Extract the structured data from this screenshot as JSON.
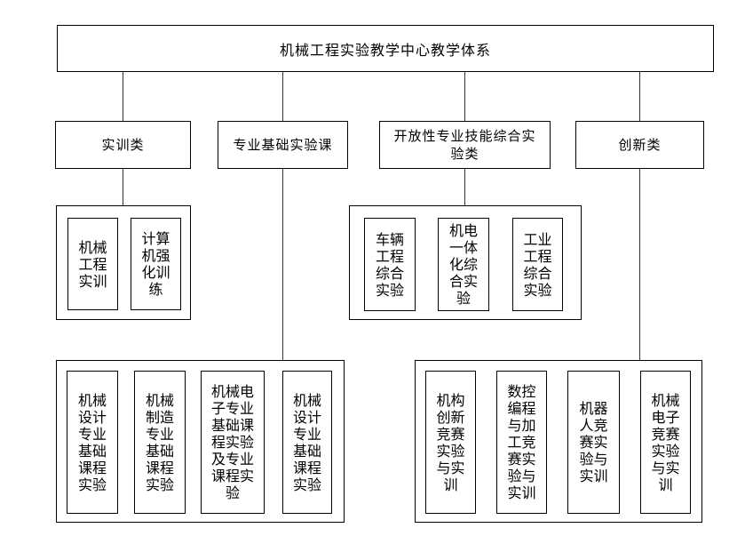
{
  "diagram": {
    "root": "机械工程实验教学中心教学体系",
    "branches": [
      {
        "label": "实训类",
        "children": [
          "机械工程实训",
          "计算机强化训练"
        ]
      },
      {
        "label": "专业基础实验课",
        "children": [
          "机械设计专业基础课程实验",
          "机械制造专业基础课程实验",
          "机械电子专业基础课程实验及专业课程实验",
          "机械设计专业基础课程实验"
        ]
      },
      {
        "label": "开放性专业技能综合实验类",
        "children": [
          "车辆工程综合实验",
          "机电一体化综合实验",
          "工业工程综合实验"
        ]
      },
      {
        "label": "创新类",
        "children": [
          "机构创新竞赛实验与实训",
          "数控编程与加工竞赛实验与实训",
          "机器人竞赛实验与实训",
          "机械电子竞赛实验与实训"
        ]
      }
    ],
    "colors": {
      "background": "#ffffff",
      "border": "#000000",
      "text": "#000000",
      "connector": "#333333"
    }
  }
}
